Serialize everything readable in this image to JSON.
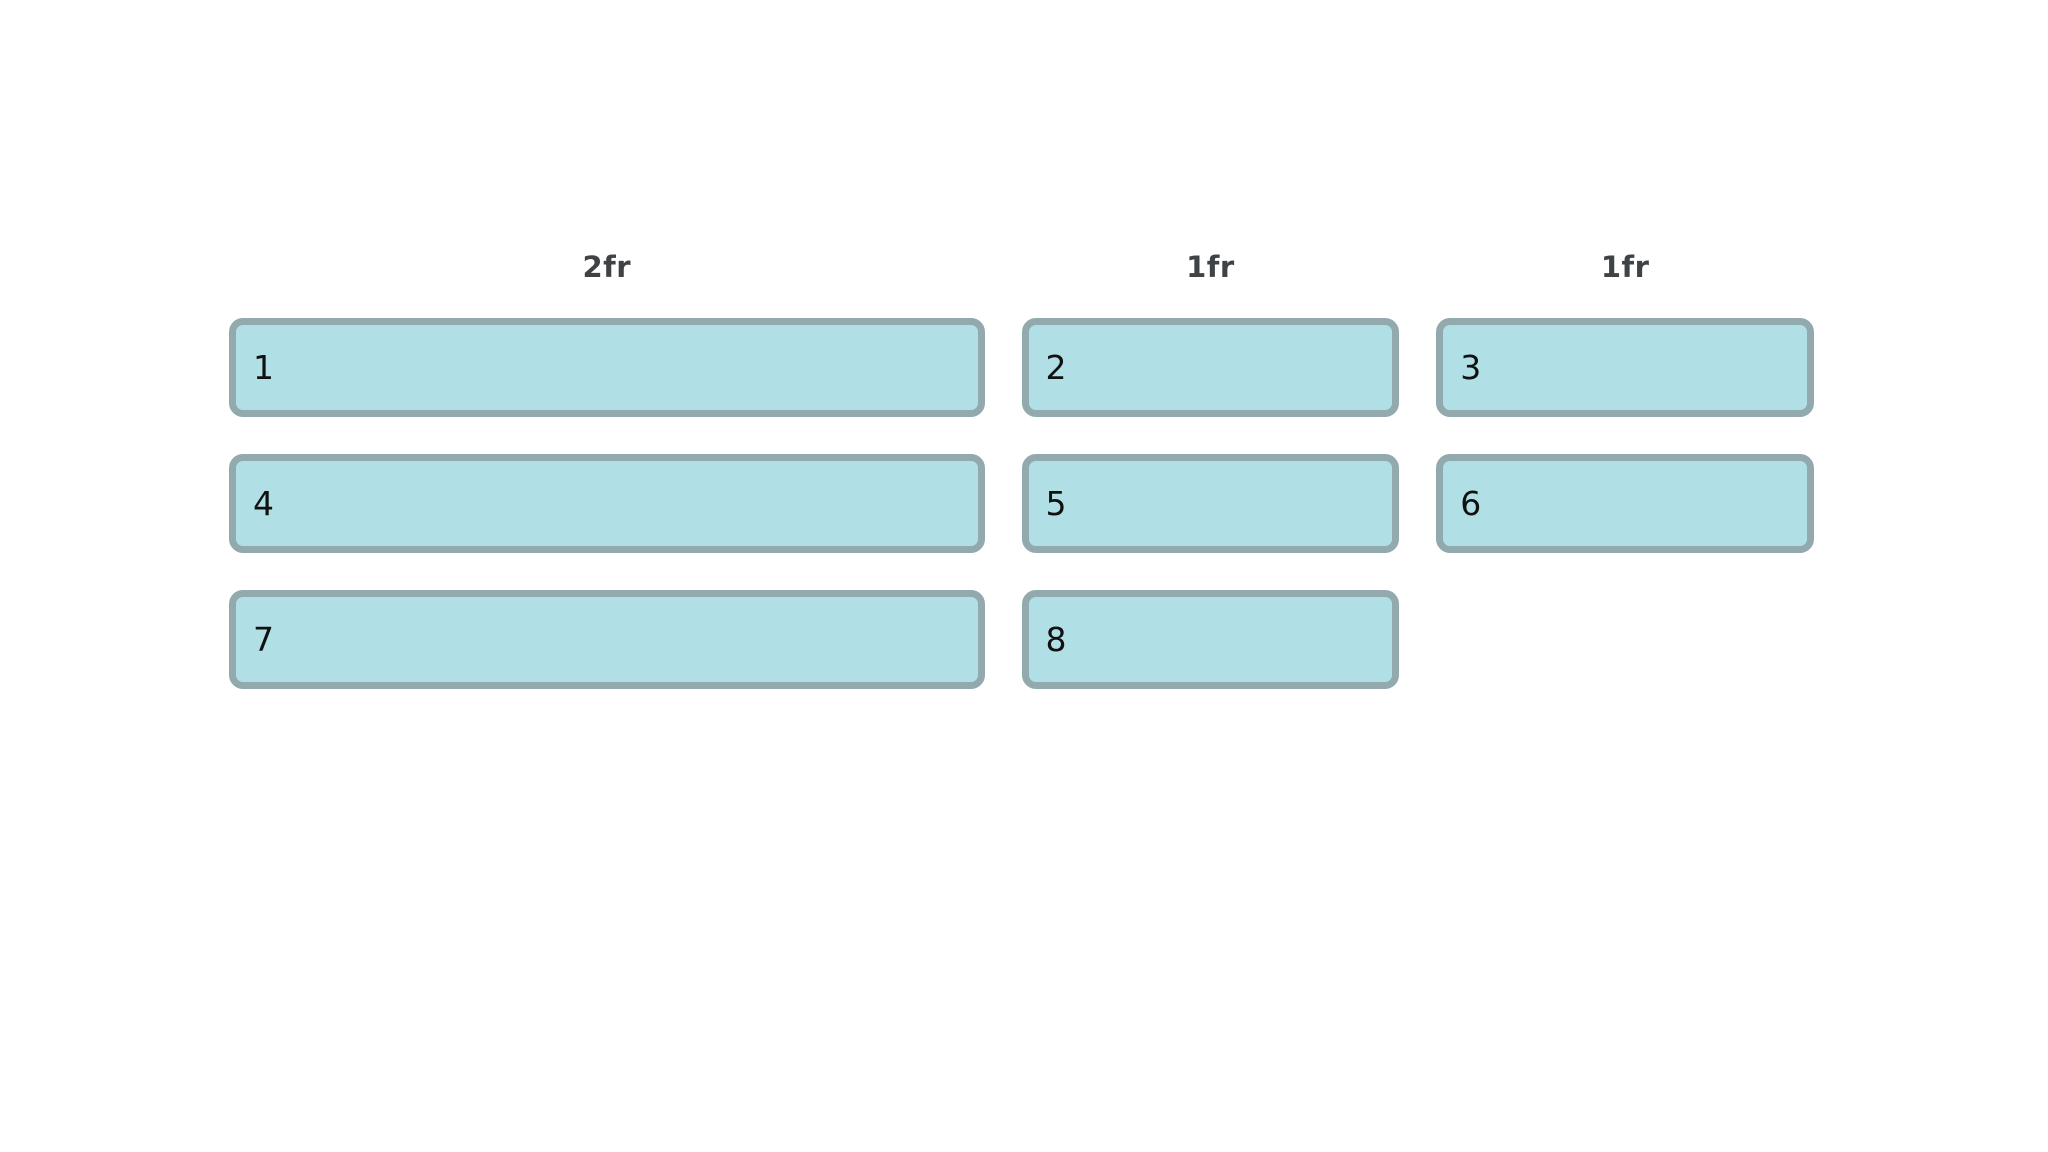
{
  "theme": {
    "page-bg": "#ffffff",
    "box-fill": "#b0e0e6",
    "box-border": "#92a9ad",
    "label-color": "#3f4345",
    "number-color": "#111111"
  },
  "grid_demo": {
    "column_template": "2fr 1fr 1fr",
    "column_labels": [
      "2fr",
      "1fr",
      "1fr"
    ],
    "items": [
      {
        "label": "1"
      },
      {
        "label": "2"
      },
      {
        "label": "3"
      },
      {
        "label": "4"
      },
      {
        "label": "5"
      },
      {
        "label": "6"
      },
      {
        "label": "7"
      },
      {
        "label": "8"
      }
    ]
  }
}
